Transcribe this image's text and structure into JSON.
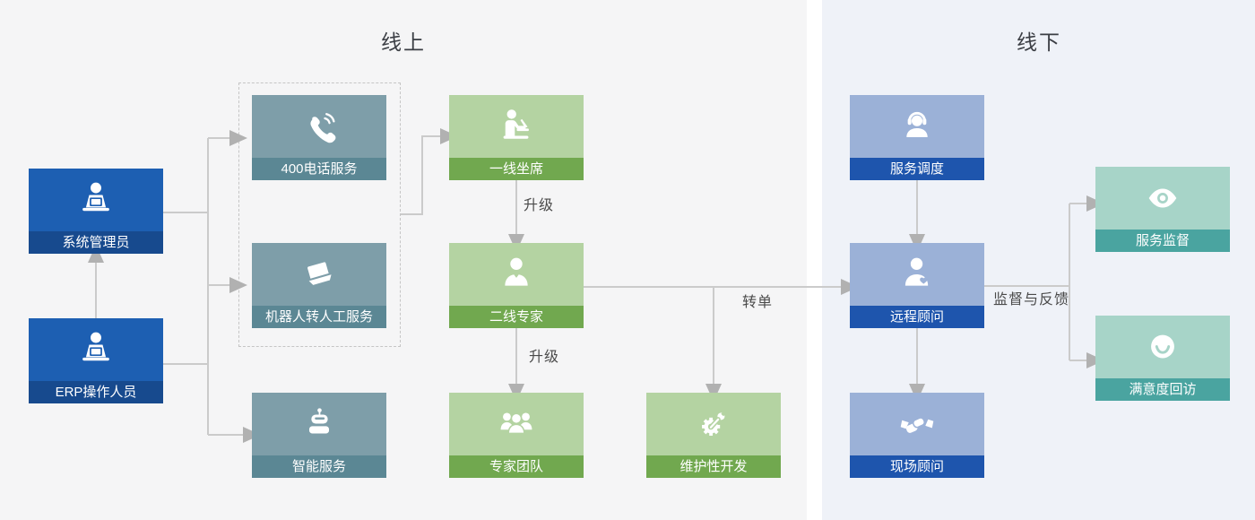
{
  "sections": {
    "online": {
      "title": "线上"
    },
    "offline": {
      "title": "线下"
    }
  },
  "nodes": [
    {
      "id": "system-admin",
      "label": "系统管理员",
      "icon": "operator-desk-icon"
    },
    {
      "id": "erp-operator",
      "label": "ERP操作人员",
      "icon": "operator-desk-icon"
    },
    {
      "id": "phone-400",
      "label": "400电话服务",
      "icon": "phone-call-icon"
    },
    {
      "id": "robot-to-human",
      "label": "机器人转人工服务",
      "icon": "laptop-icon"
    },
    {
      "id": "smart-service",
      "label": "智能服务",
      "icon": "robot-icon"
    },
    {
      "id": "first-line-seat",
      "label": "一线坐席",
      "icon": "agent-desk-icon"
    },
    {
      "id": "second-line-expert",
      "label": "二线专家",
      "icon": "person-bust-icon"
    },
    {
      "id": "expert-team",
      "label": "专家团队",
      "icon": "people-group-icon"
    },
    {
      "id": "maintenance-dev",
      "label": "维护性开发",
      "icon": "gear-wrench-icon"
    },
    {
      "id": "service-dispatch",
      "label": "服务调度",
      "icon": "headset-person-icon"
    },
    {
      "id": "remote-consultant",
      "label": "远程顾问",
      "icon": "person-heart-icon"
    },
    {
      "id": "onsite-consultant",
      "label": "现场顾问",
      "icon": "handshake-icon"
    },
    {
      "id": "service-supervision",
      "label": "服务监督",
      "icon": "eye-icon"
    },
    {
      "id": "satisfaction-visit",
      "label": "满意度回访",
      "icon": "smiley-icon"
    }
  ],
  "edges": {
    "upgrade1": "升级",
    "upgrade2": "升级",
    "transfer": "转单",
    "feedback": "监督与反馈"
  },
  "colors": {
    "panel_left": "#f5f5f6",
    "panel_right": "#eff2f8",
    "wire": "#cbcbcb",
    "arrowhead": "#b1b1b1",
    "title_text": "#3b3e44",
    "edge_label_text": "#4a4a4a",
    "variants": {
      "navy": {
        "icon_bg": "#1d5fb2",
        "label_bg": "#174a8e"
      },
      "slate": {
        "icon_bg": "#7e9ea9",
        "label_bg": "#5b8794"
      },
      "green": {
        "icon_bg": "#b4d3a2",
        "label_bg": "#71a84f"
      },
      "peri": {
        "icon_bg": "#9bb1d7",
        "label_bg": "#1e55ad"
      },
      "teal": {
        "icon_bg": "#a7d4c8",
        "label_bg": "#4aa4a0"
      }
    }
  }
}
